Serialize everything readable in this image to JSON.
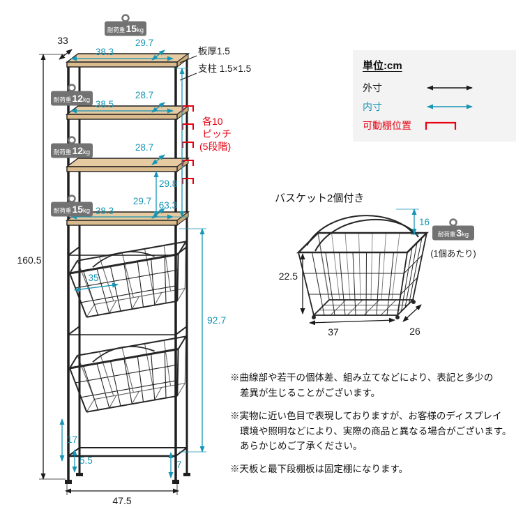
{
  "colors": {
    "outer_dim": "#1a1a1a",
    "inner_dim": "#1795b4",
    "movable": "#e60012",
    "tag_gray": "#727272",
    "wood": "#dcbe93",
    "legend_bg": "#f3f3f3"
  },
  "legend": {
    "unit": "単位:cm",
    "outer_label": "外寸",
    "inner_label": "内寸",
    "movable_label": "可動棚位置"
  },
  "rack": {
    "tags": [
      {
        "label": "耐荷重",
        "value": "15",
        "unit": "kg"
      },
      {
        "label": "耐荷重",
        "value": "12",
        "unit": "kg"
      },
      {
        "label": "耐荷重",
        "value": "12",
        "unit": "kg"
      },
      {
        "label": "耐荷重",
        "value": "15",
        "unit": "kg"
      }
    ],
    "annotations": {
      "board_thickness": "板厚1.5",
      "post_size": "支柱 1.5×1.5",
      "pitch_line1": "各10",
      "pitch_line2": "ピッチ",
      "pitch_line3": "(5段階)"
    },
    "dims": {
      "top_depth_outer": "33",
      "shelf1_inner_width": "38.3",
      "shelf1_inner_depth": "29.7",
      "shelf2_inner_width": "38.5",
      "shelf2_inner_depth": "28.7",
      "shelf3_inner_depth": "28.7",
      "shelf_gap_inner": "29.8",
      "upper_section_height": "63.3",
      "shelf4_inner_depth": "29.7",
      "shelf4_inner_width": "38.3",
      "total_height": "160.5",
      "basket_section_height": "92.7",
      "basket_inner_width": "35",
      "bottom_height_17": "17",
      "bottom_height_55": "5.5",
      "bottom_height_7": "7",
      "total_width": "47.5"
    }
  },
  "basket": {
    "title": "バスケット2個付き",
    "dims": {
      "handle_height": "16",
      "height": "22.5",
      "width": "37",
      "depth": "26"
    },
    "tag": {
      "label": "耐荷重",
      "value": "3",
      "unit": "kg"
    },
    "tag_note": "(1個あたり)"
  },
  "disclaimers": [
    {
      "lines": [
        "※曲線部や若干の個体差、組み立てなどにより、表記と多少の",
        "差異が生じることがございます。"
      ]
    },
    {
      "lines": [
        "※実物に近い色目で表現しておりますが、お客様のディスプレイ",
        "環境や照明などにより、実際の商品と異なる場合がございます。",
        "あらかじめご了承ください。"
      ]
    },
    {
      "lines": [
        "※天板と最下段棚板は固定棚になります。"
      ]
    }
  ]
}
